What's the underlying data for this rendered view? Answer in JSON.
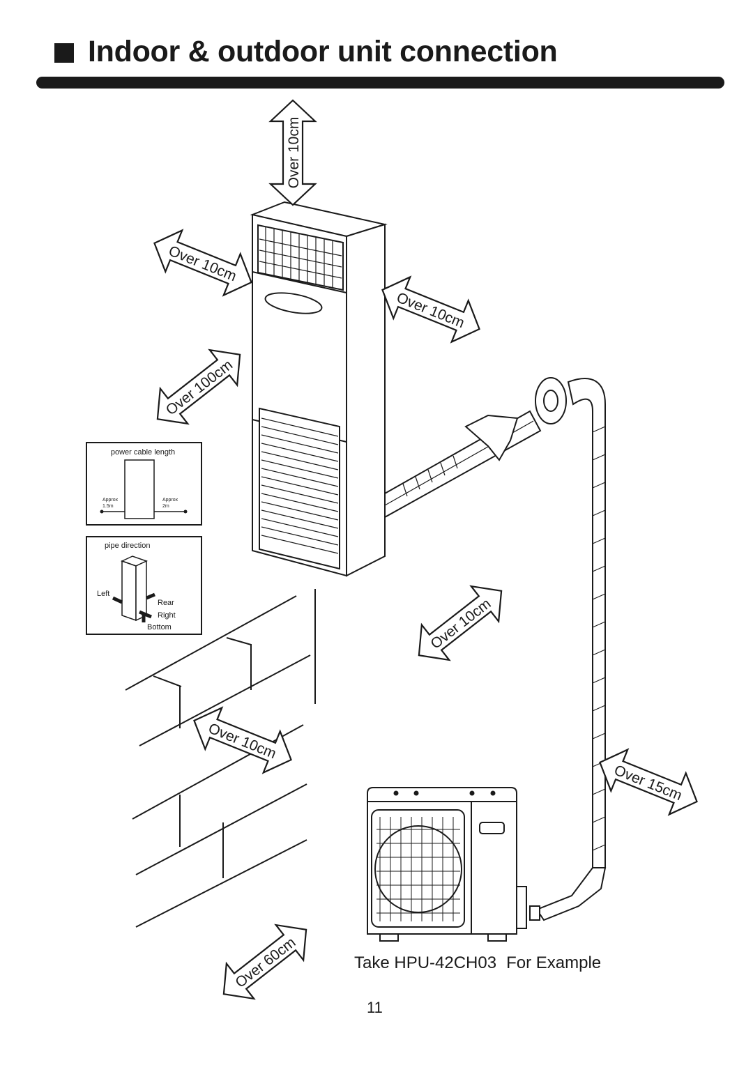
{
  "page": {
    "title": "Indoor & outdoor unit connection",
    "number": "11"
  },
  "clearances": {
    "top": "Over 10cm",
    "left": "Over 10cm",
    "right": "Over 10cm",
    "front": "Over 100cm",
    "outdoor_front": "Over 10cm",
    "outdoor_wall": "Over 10cm",
    "outdoor_side": "Over 15cm",
    "outdoor_front_far": "Over 60cm"
  },
  "power_cable": {
    "title": "power cable length",
    "left_line1": "Approx",
    "left_line2": "1.5m",
    "right_line1": "Approx",
    "right_line2": "2m"
  },
  "pipe_direction": {
    "title": "pipe direction",
    "left": "Left",
    "rear": "Rear",
    "right": "Right",
    "bottom": "Bottom"
  },
  "caption": {
    "model": "Take HPU-42CH03",
    "suffix": "For Example"
  }
}
